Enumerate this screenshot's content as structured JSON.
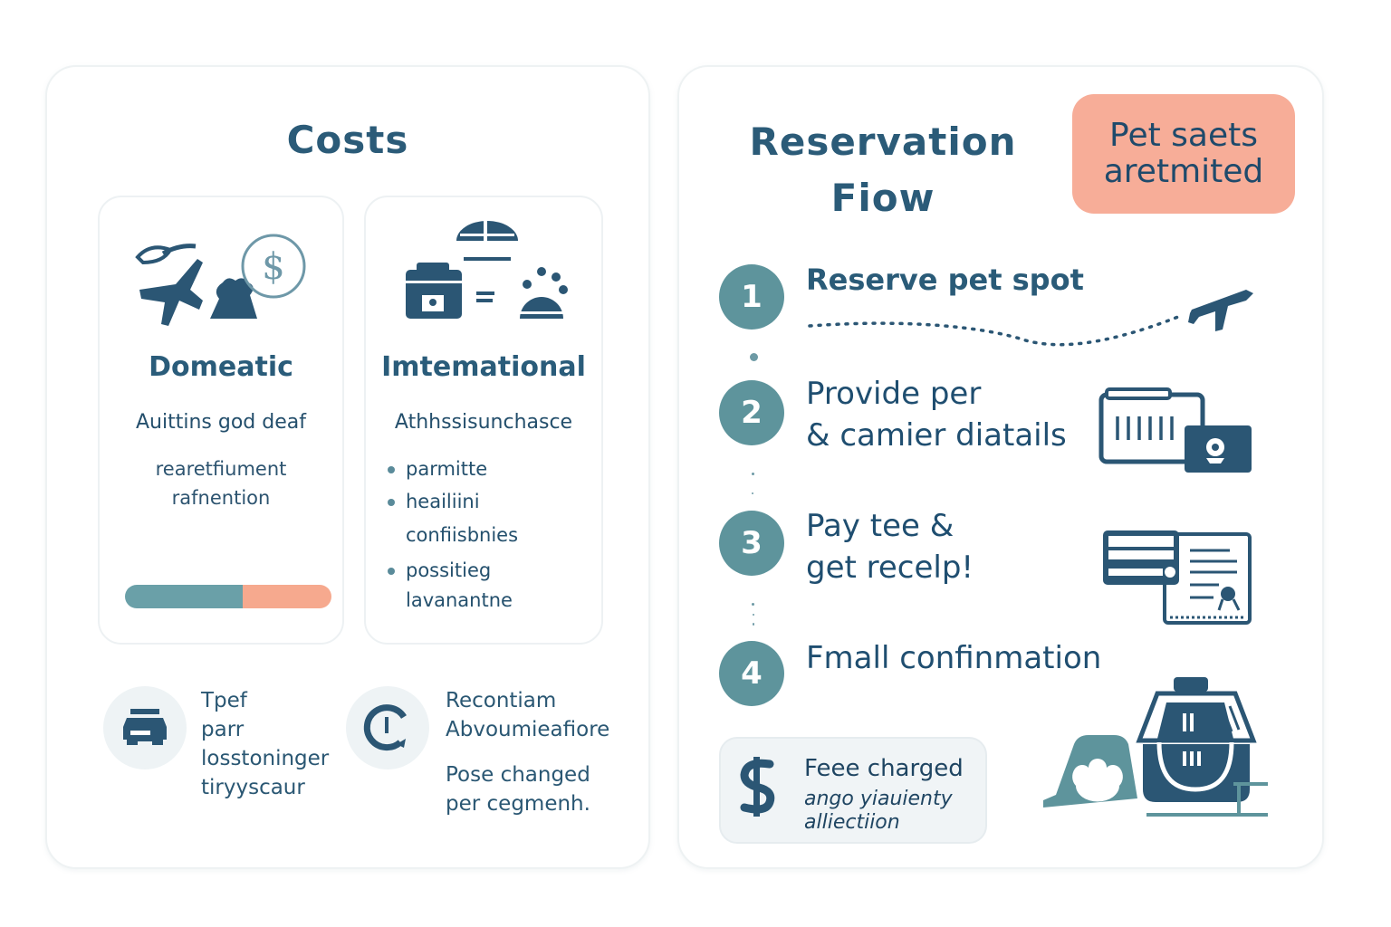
{
  "colors": {
    "primary_text": "#1f4e6e",
    "teal": "#5e949c",
    "salmon": "#f7ad98",
    "navy_icon": "#2b5674",
    "panel_border": "#eef2f3"
  },
  "costs": {
    "title": "Costs",
    "domestic": {
      "icon": "plane-money-icon",
      "title": "Domeatic",
      "subtitle": "Auittins god deaf",
      "description": [
        "rearetfiument",
        "rafnention"
      ],
      "fee_bar": {
        "teal_fraction": 0.57,
        "salmon_fraction": 0.43
      }
    },
    "international": {
      "icon": "carrier-travel-icon",
      "title": "Imtemational",
      "subtitle": "Athhssisunchasce",
      "bullets": [
        {
          "line1": "parmitte"
        },
        {
          "line1": "heailiini",
          "line2": "confiisbnies"
        },
        {
          "line1": "possitieg",
          "line2": "lavanantne"
        }
      ]
    },
    "footer": [
      {
        "icon": "crate-icon",
        "lines": [
          "Tpef",
          "parr",
          "losstoninger",
          "tiryyscaur"
        ]
      },
      {
        "icon": "refresh-clock-icon",
        "lines": [
          "Recontiam",
          "Abvoumieafiore"
        ],
        "note": [
          "Pose changed",
          "per cegmenh."
        ]
      }
    ]
  },
  "flow": {
    "title_line1": "Reservation",
    "title_line2": "Fiow",
    "badge_line1": "Pet saets",
    "badge_line2": "aretmited",
    "steps": [
      {
        "num": "1",
        "lines": [
          "Reserve pet spot"
        ],
        "icon": "airplane-icon"
      },
      {
        "num": "2",
        "lines": [
          "Provide per",
          "& camier diatails"
        ],
        "icon": "carrier-id-icon"
      },
      {
        "num": "3",
        "lines": [
          "Pay tee &",
          "get recelp!"
        ],
        "icon": "card-receipt-icon"
      },
      {
        "num": "4",
        "lines": [
          "Fmall confinmation"
        ],
        "icon": "pet-carrier-icon"
      }
    ],
    "fee_note": {
      "icon": "dollar-icon",
      "title": "Feee charged",
      "lines": [
        "ango yiauienty",
        "alliectiion"
      ]
    }
  }
}
